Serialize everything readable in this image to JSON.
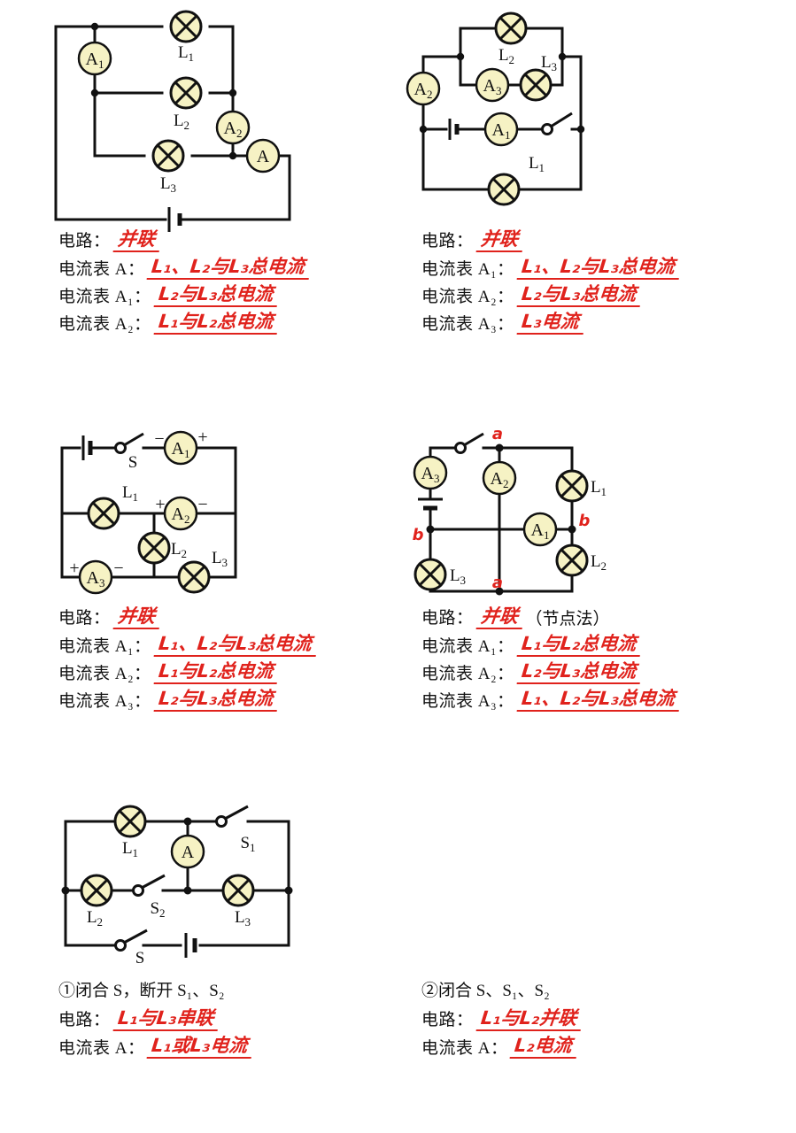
{
  "colors": {
    "wire": "#111111",
    "lamp_fill": "#f6f2c4",
    "meter_fill": "#f6f2c4",
    "ink_red": "#e0221c",
    "text_black": "#111111",
    "paper": "#ffffff"
  },
  "labels": {
    "circuit_label": "电路：",
    "ammeter_A": "电流表 A：",
    "ammeter_A1": "电流表 A₁：",
    "ammeter_A2": "电流表 A₂：",
    "ammeter_A3": "电流表 A₃："
  },
  "circuits": [
    {
      "id": "circuit-1",
      "components": {
        "lamps": [
          "L₁",
          "L₂",
          "L₃"
        ],
        "ammeters": [
          "A₁",
          "A₂",
          "A"
        ],
        "battery": true,
        "switches": []
      },
      "answers": {
        "circuit_type": "并联",
        "rows": [
          {
            "label": "电流表 A：",
            "value": "L₁、L₂与L₃总电流"
          },
          {
            "label": "电流表 A₁：",
            "value": "L₂与L₃总电流"
          },
          {
            "label": "电流表 A₂：",
            "value": "L₁与L₂总电流"
          }
        ]
      }
    },
    {
      "id": "circuit-2",
      "components": {
        "lamps": [
          "L₁",
          "L₂",
          "L₃"
        ],
        "ammeters": [
          "A₁",
          "A₂",
          "A₃"
        ],
        "battery": true,
        "switches": [
          "S"
        ]
      },
      "answers": {
        "circuit_type": "并联",
        "rows": [
          {
            "label": "电流表 A₁：",
            "value": "L₁、L₂与L₃总电流"
          },
          {
            "label": "电流表 A₂：",
            "value": "L₂与L₃总电流"
          },
          {
            "label": "电流表 A₃：",
            "value": "L₃电流"
          }
        ]
      }
    },
    {
      "id": "circuit-3",
      "components": {
        "lamps": [
          "L₁",
          "L₂",
          "L₃"
        ],
        "ammeters": [
          "A₁",
          "A₂",
          "A₃"
        ],
        "battery": true,
        "switches": [
          "S"
        ],
        "polarity": [
          {
            "meter": "A₁",
            "left": "−",
            "right": "+"
          },
          {
            "meter": "A₂",
            "left": "+",
            "right": "−"
          },
          {
            "meter": "A₃",
            "left": "+",
            "right": "−"
          }
        ]
      },
      "answers": {
        "circuit_type": "并联",
        "rows": [
          {
            "label": "电流表 A₁：",
            "value": "L₁、L₂与L₃总电流"
          },
          {
            "label": "电流表 A₂：",
            "value": "L₁与L₂总电流"
          },
          {
            "label": "电流表 A₃：",
            "value": "L₂与L₃总电流"
          }
        ]
      }
    },
    {
      "id": "circuit-4",
      "components": {
        "lamps": [
          "L₁",
          "L₂",
          "L₃"
        ],
        "ammeters": [
          "A₁",
          "A₂",
          "A₃"
        ],
        "battery": true,
        "switches": [
          "S"
        ],
        "nodes": [
          "a",
          "b",
          "a",
          "b"
        ]
      },
      "answers": {
        "circuit_type": "并联",
        "method_note": "（节点法）",
        "rows": [
          {
            "label": "电流表 A₁：",
            "value": "L₁与L₂总电流"
          },
          {
            "label": "电流表 A₂：",
            "value": "L₂与L₃总电流"
          },
          {
            "label": "电流表 A₃：",
            "value": "L₁、L₂与L₃总电流"
          }
        ]
      }
    },
    {
      "id": "circuit-5",
      "components": {
        "lamps": [
          "L₁",
          "L₂",
          "L₃"
        ],
        "ammeters": [
          "A"
        ],
        "battery": true,
        "switches": [
          "S",
          "S₁",
          "S₂"
        ]
      },
      "cases": [
        {
          "heading": "①闭合 S，断开 S₁、S₂",
          "rows": [
            {
              "label": "电路：",
              "value": "L₁与L₃串联"
            },
            {
              "label": "电流表 A：",
              "value": "L₁或L₃电流"
            }
          ]
        },
        {
          "heading": "②闭合 S、S₁、S₂",
          "rows": [
            {
              "label": "电路：",
              "value": "L₁与L₂并联"
            },
            {
              "label": "电流表 A：",
              "value": "L₂电流"
            }
          ]
        }
      ]
    }
  ]
}
